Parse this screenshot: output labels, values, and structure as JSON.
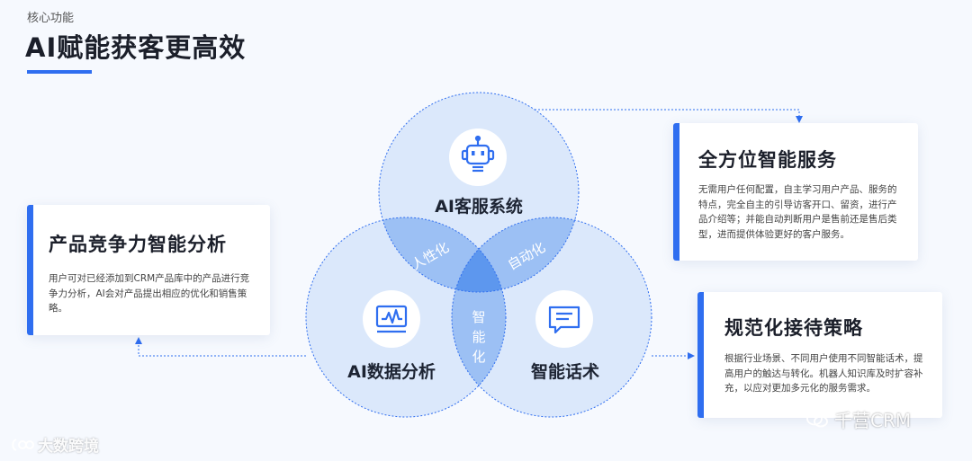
{
  "header": {
    "eyebrow": "核心功能",
    "title": "AI赋能获客更高效"
  },
  "diagram": {
    "circles": [
      {
        "label": "AI客服系统",
        "icon": "robot-icon"
      },
      {
        "label": "AI数据分析",
        "icon": "chart-monitor-icon"
      },
      {
        "label": "智能话术",
        "icon": "chat-bubble-icon"
      }
    ],
    "overlaps": {
      "top_left": "人性化",
      "top_right": "自动化",
      "bottom_chars": [
        "智",
        "能",
        "化"
      ]
    },
    "colors": {
      "accent": "#2f6ef0",
      "circle_fill": "#dbe8fb",
      "overlap_fill": "#9cc0f4",
      "center_fill": "#5d97ee"
    }
  },
  "cards": {
    "left": {
      "title": "产品竞争力智能分析",
      "desc": "用户可对已经添加到CRM产品库中的产品进行竞争力分析，AI会对产品提出相应的优化和销售策略。"
    },
    "right_top": {
      "title": "全方位智能服务",
      "desc": "无需用户任何配置，自主学习用户产品、服务的特点，完全自主的引导访客开口、留资，进行产品介绍等；并能自动判断用户是售前还是售后类型，进而提供体验更好的客户服务。"
    },
    "right_bottom": {
      "title": "规范化接待策略",
      "desc": "根据行业场景、不同用户使用不同智能话术，提高用户的触达与转化。机器人知识库及时扩容补充，以应对更加多元化的服务需求。"
    }
  },
  "watermarks": {
    "left": "大数跨境",
    "right": "千营CRM"
  }
}
